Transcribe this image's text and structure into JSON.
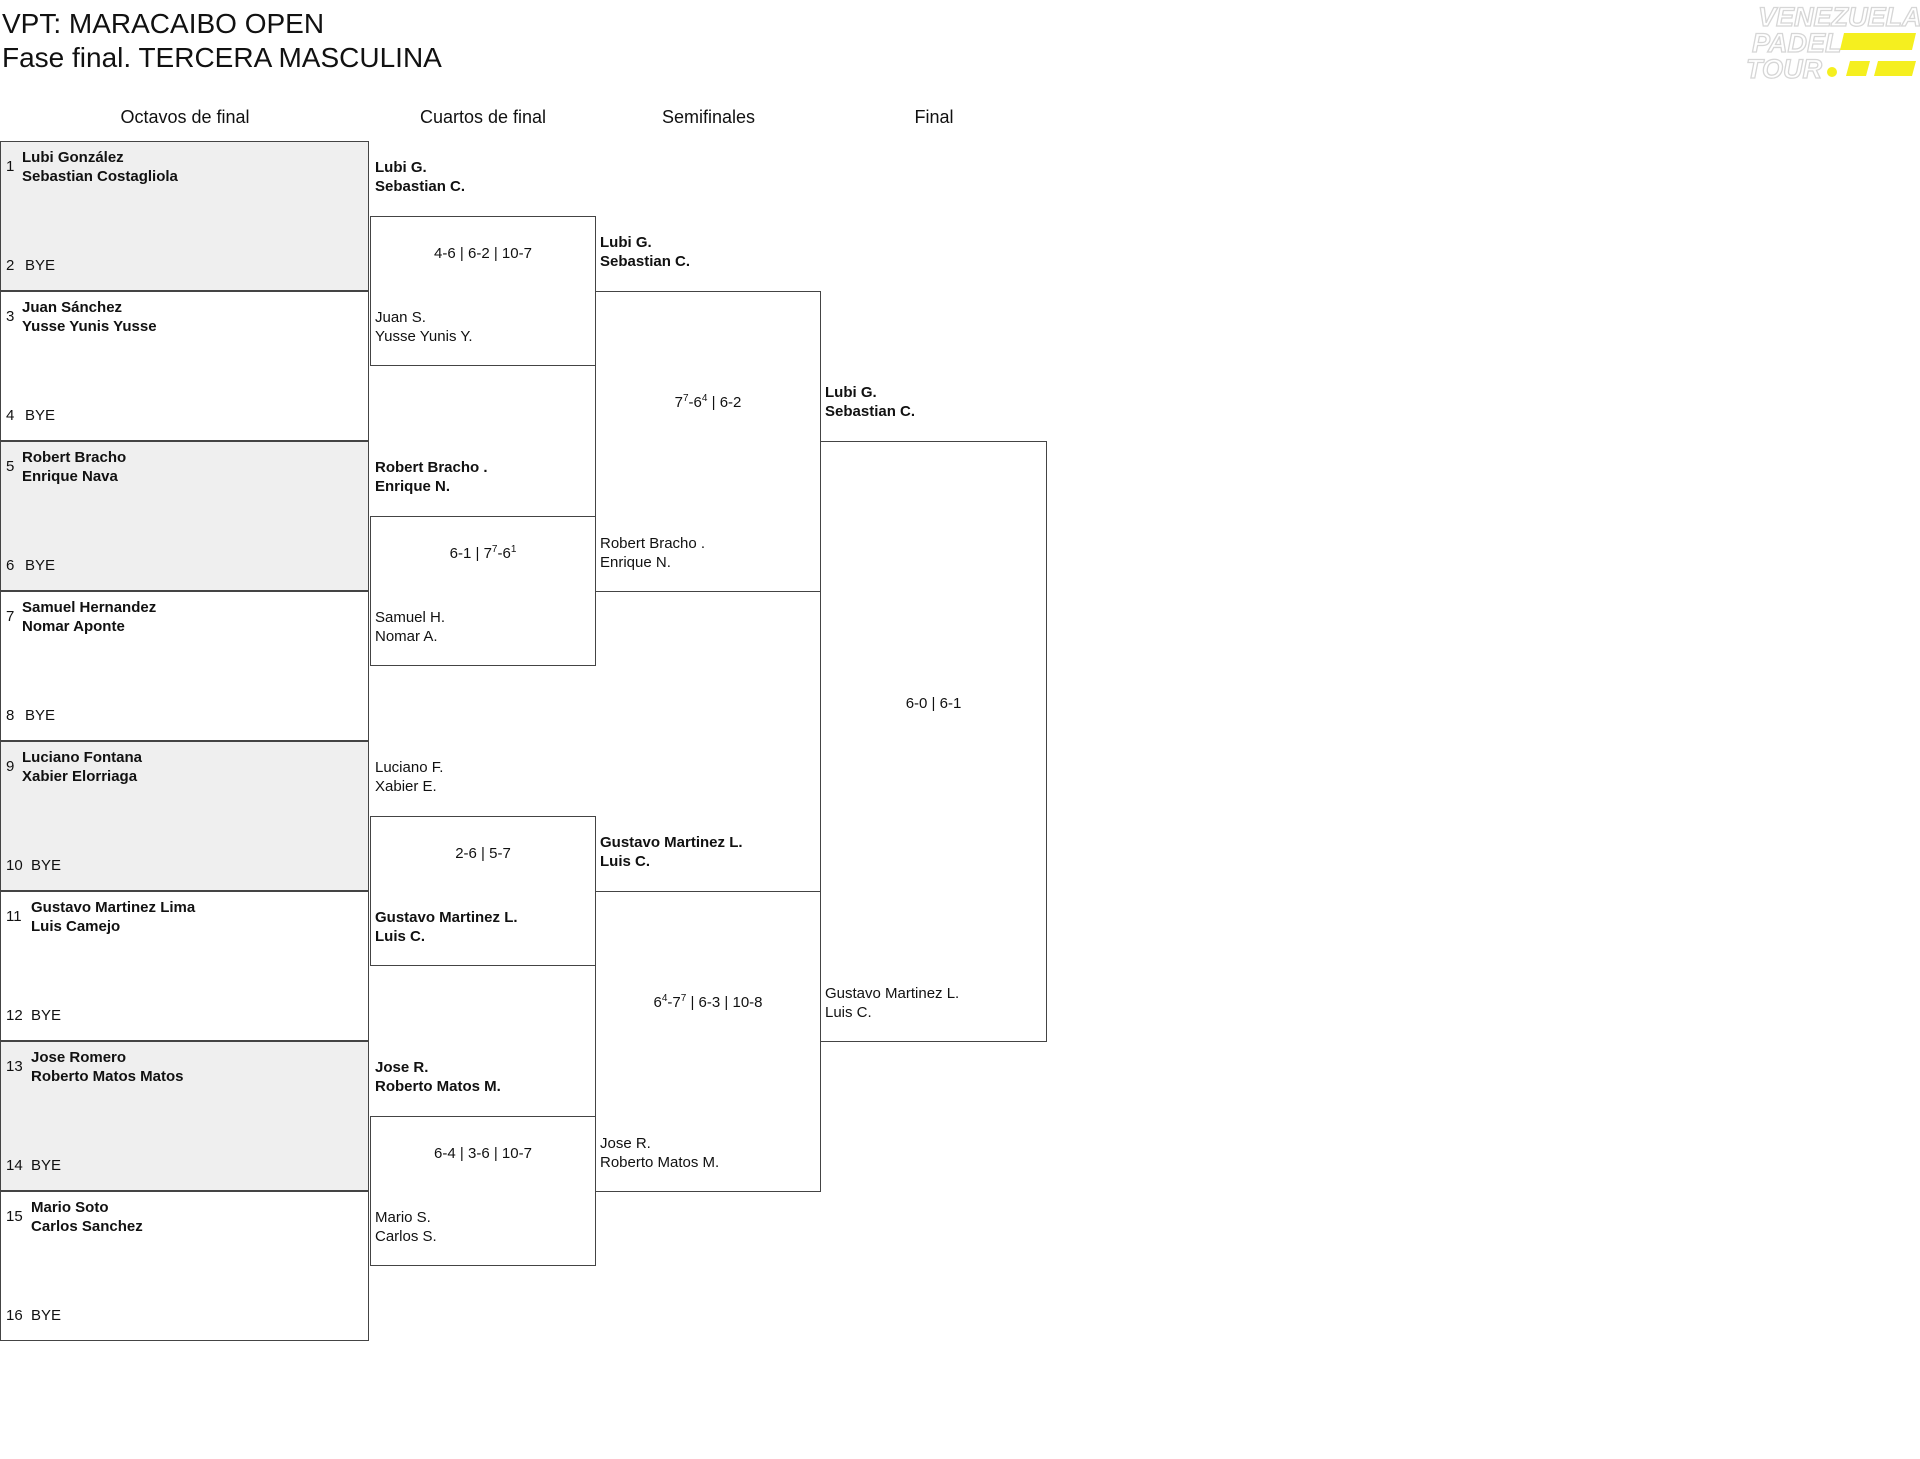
{
  "header": {
    "line1": "VPT: MARACAIBO OPEN",
    "line2": "Fase final. TERCERA MASCULINA"
  },
  "logo": {
    "words": [
      "VENEZUELA",
      "PADEL",
      "TOUR"
    ],
    "accent": "#f5ef1f"
  },
  "round_labels": [
    "Octavos de final",
    "Cuartos de final",
    "Semifinales",
    "Final"
  ],
  "round_of_16": [
    {
      "seed_a": "1",
      "player1": "Lubi González",
      "player2": "Sebastian Costagliola",
      "seed_b": "2",
      "bye": "BYE"
    },
    {
      "seed_a": "3",
      "player1": "Juan Sánchez",
      "player2": "Yusse Yunis Yusse",
      "seed_b": "4",
      "bye": "BYE"
    },
    {
      "seed_a": "5",
      "player1": "Robert Bracho",
      "player2": "Enrique Nava",
      "seed_b": "6",
      "bye": "BYE"
    },
    {
      "seed_a": "7",
      "player1": "Samuel Hernandez",
      "player2": "Nomar Aponte",
      "seed_b": "8",
      "bye": "BYE"
    },
    {
      "seed_a": "9",
      "player1": "Luciano Fontana",
      "player2": "Xabier Elorriaga",
      "seed_b": "10",
      "bye": "BYE"
    },
    {
      "seed_a": "11",
      "player1": "Gustavo Martinez Lima",
      "player2": "Luis Camejo",
      "seed_b": "12",
      "bye": "BYE"
    },
    {
      "seed_a": "13",
      "player1": "Jose Romero",
      "player2": "Roberto Matos Matos",
      "seed_b": "14",
      "bye": "BYE"
    },
    {
      "seed_a": "15",
      "player1": "Mario Soto",
      "player2": "Carlos Sanchez",
      "seed_b": "16",
      "bye": "BYE"
    }
  ],
  "quarterfinals": [
    {
      "top_p1": "Lubi G.",
      "top_p2": "Sebastian C.",
      "top_win": true,
      "bot_p1": "Juan S.",
      "bot_p2": "Yusse Yunis Y.",
      "bot_win": false,
      "score": "4-6 | 6-2 | 10-7"
    },
    {
      "top_p1": "Robert Bracho .",
      "top_p2": "Enrique N.",
      "top_win": true,
      "bot_p1": "Samuel H.",
      "bot_p2": "Nomar A.",
      "bot_win": false,
      "score": "6-1 | 7⁷-6¹"
    },
    {
      "top_p1": "Luciano F.",
      "top_p2": "Xabier E.",
      "top_win": false,
      "bot_p1": "Gustavo Martinez L.",
      "bot_p2": "Luis C.",
      "bot_win": true,
      "score": "2-6 | 5-7"
    },
    {
      "top_p1": "Jose R.",
      "top_p2": "Roberto Matos M.",
      "top_win": true,
      "bot_p1": "Mario S.",
      "bot_p2": "Carlos S.",
      "bot_win": false,
      "score": "6-4 | 3-6 | 10-7"
    }
  ],
  "semifinals": [
    {
      "top_p1": "Lubi G.",
      "top_p2": "Sebastian C.",
      "top_win": true,
      "bot_p1": "Robert Bracho .",
      "bot_p2": "Enrique N.",
      "bot_win": false,
      "score": "7⁷-6⁴ | 6-2"
    },
    {
      "top_p1": "Gustavo Martinez L.",
      "top_p2": "Luis C.",
      "top_win": true,
      "bot_p1": "Jose R.",
      "bot_p2": "Roberto Matos M.",
      "bot_win": false,
      "score": "6⁴-7⁷ | 6-3 | 10-8"
    }
  ],
  "final": {
    "top_p1": "Lubi G.",
    "top_p2": "Sebastian C.",
    "top_win": true,
    "bot_p1": "Gustavo Martinez L.",
    "bot_p2": "Luis C.",
    "bot_win": false,
    "score": "6-0 | 6-1"
  }
}
